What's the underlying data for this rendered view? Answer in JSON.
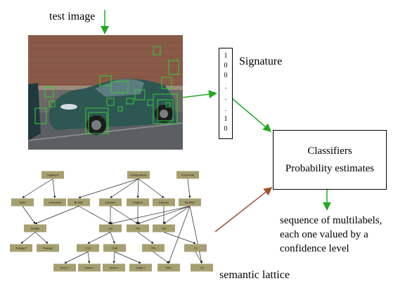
{
  "labels": {
    "test_image": "test image",
    "signature": "Signature",
    "semantic_lattice": "semantic lattice"
  },
  "signature_vector": [
    "1",
    "0",
    "0",
    ".",
    ".",
    ".",
    "1",
    "0"
  ],
  "classifier_box": {
    "line1": "Classifiers",
    "line2": "Probability estimates"
  },
  "output": {
    "line1": "sequence of multilabels,",
    "line2": "each one valued by a",
    "line3": "confidence level"
  },
  "colors": {
    "arrow_green": "#22aa22",
    "arrow_brown": "#a0522d",
    "lattice_node": "#a6a070",
    "detection_box": "#33cc33"
  },
  "lattice_nodes": [
    "Sujfearnl",
    "Confoanitura",
    "Coranvrde",
    "IEfel",
    "Compnsie",
    "Brmsth",
    "Claselen",
    "Engbuh",
    "Closses",
    "Rerbfen",
    "Dettgle",
    "Cla",
    "Ptu",
    "Gls",
    "Tralege7",
    "Tralegel",
    "C1d",
    "Clad",
    "7Pu",
    "Cl",
    "Cladr-7",
    "Cladr-1",
    "Cladr-1",
    "Clade-7",
    "7Ptu-",
    "-cb"
  ]
}
